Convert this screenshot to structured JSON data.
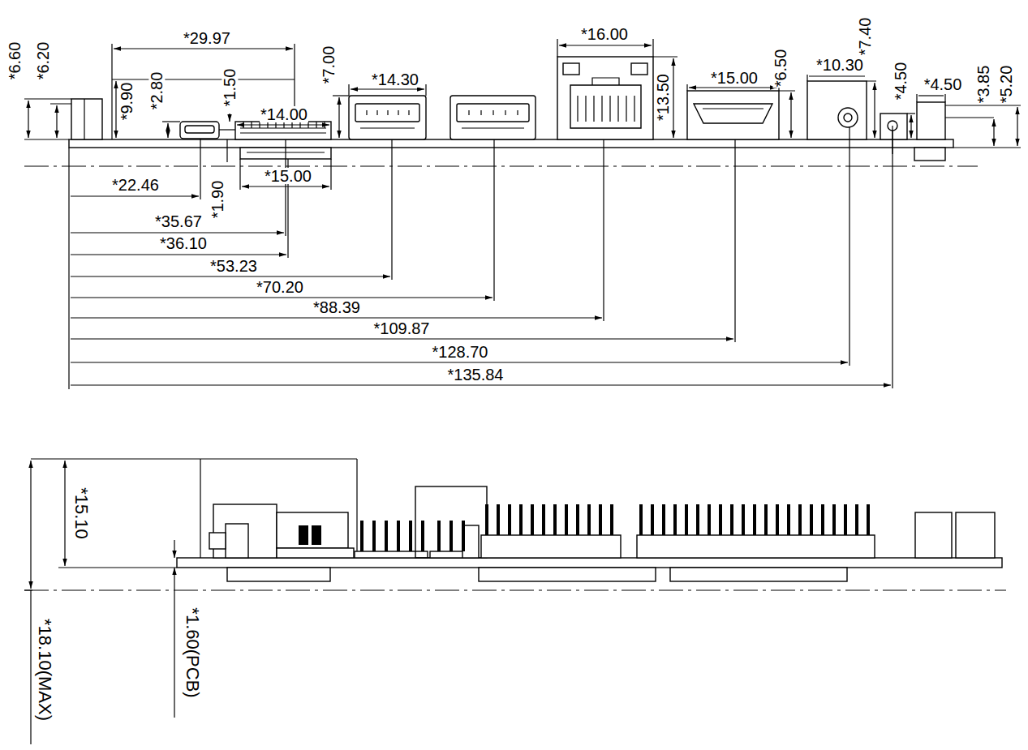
{
  "diagram": {
    "labels": [
      "*6.60",
      "*6.20",
      "*29.97",
      "*9.90",
      "*2.80",
      "*1.50",
      "*14.00",
      "*7.00",
      "*14.30",
      "*16.00",
      "*13.50",
      "*15.00",
      "*6.50",
      "*10.30",
      "*7.40",
      "*4.50",
      "*4.50",
      "*3.85",
      "*5.20",
      "*22.46",
      "*1.90",
      "*15.00",
      "*35.67",
      "*36.10",
      "*53.23",
      "*70.20",
      "*88.39",
      "*109.87",
      "*128.70",
      "*135.84",
      "*15.10",
      "*18.10(MAX)",
      "*1.60(PCB)"
    ]
  }
}
